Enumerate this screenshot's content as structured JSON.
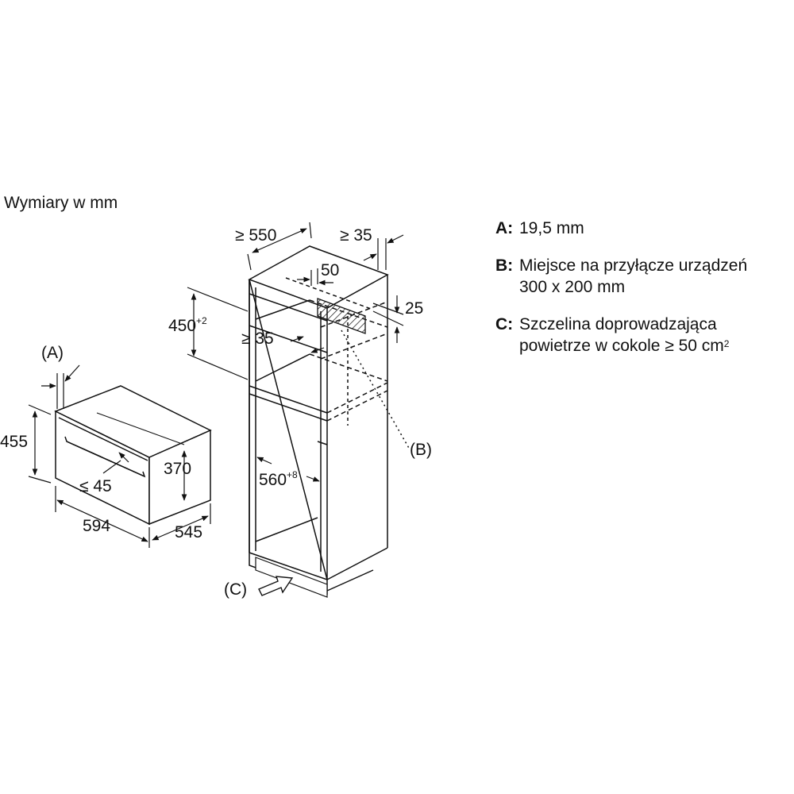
{
  "caption": "Wymiary w mm",
  "oven": {
    "callout_a": "(A)",
    "height": "455",
    "door_panel_height": "370",
    "handle_gap": "≤ 45",
    "width": "594",
    "depth": "545"
  },
  "cabinet": {
    "depth_min": "≥ 550",
    "back_gap_min": "≥ 35",
    "top_offset": "50",
    "top_height": "25",
    "niche_height": "450",
    "niche_height_tol": "+2",
    "shelf_gap_min": "≥ 35",
    "niche_width": "560",
    "niche_width_tol": "+8",
    "callout_b": "(B)",
    "callout_c": "(C)"
  },
  "legend": [
    {
      "key": "A:",
      "line1": "19,5 mm",
      "line2": "",
      "sup": ""
    },
    {
      "key": "B:",
      "line1": "Miejsce na przyłącze urządzeń",
      "line2": "300 x 200 mm",
      "sup": ""
    },
    {
      "key": "C:",
      "line1": "Szczelina doprowadzająca",
      "line2": "powietrze w cokole ≥ 50 cm",
      "sup": "2"
    }
  ]
}
